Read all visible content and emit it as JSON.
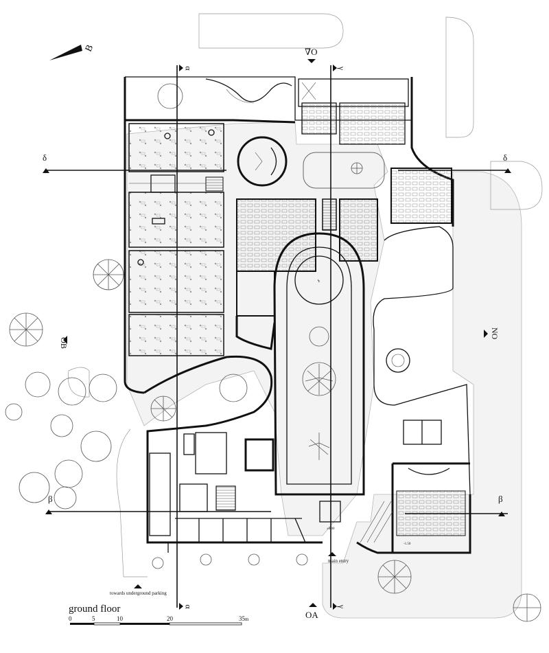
{
  "title": "ground floor",
  "scale_bar": {
    "ticks": [
      "0",
      "5",
      "10",
      "20",
      "35"
    ],
    "unit": "m"
  },
  "north_arrow": {
    "label": "B"
  },
  "section_markers": {
    "alpha_top": "α",
    "alpha_bottom": "α",
    "gamma_top": "γ",
    "gamma_bottom": "γ",
    "delta_left": "δ",
    "delta_right": "δ",
    "beta_left": "β",
    "beta_right": "β"
  },
  "view_markers": {
    "top": "∇O",
    "bottom": "OA",
    "left": "OB",
    "right": "NO"
  },
  "annotations": {
    "main_entry": "main entry",
    "parking": "towards underground parking",
    "level_1": "±0.00",
    "level_2": "-1.50"
  },
  "colors": {
    "wall": "#111111",
    "site": "#f3f3f3",
    "vegetation": "#555555"
  }
}
